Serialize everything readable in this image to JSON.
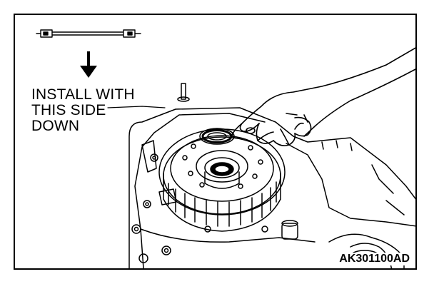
{
  "callout": {
    "lines": [
      "INSTALL WITH",
      "THIS SIDE",
      "DOWN"
    ]
  },
  "figure_code": "AK301100AD",
  "icons": {
    "part": "spring-retainer-part-icon",
    "arrow": "down-arrow-icon",
    "hand": "hand-icon"
  }
}
